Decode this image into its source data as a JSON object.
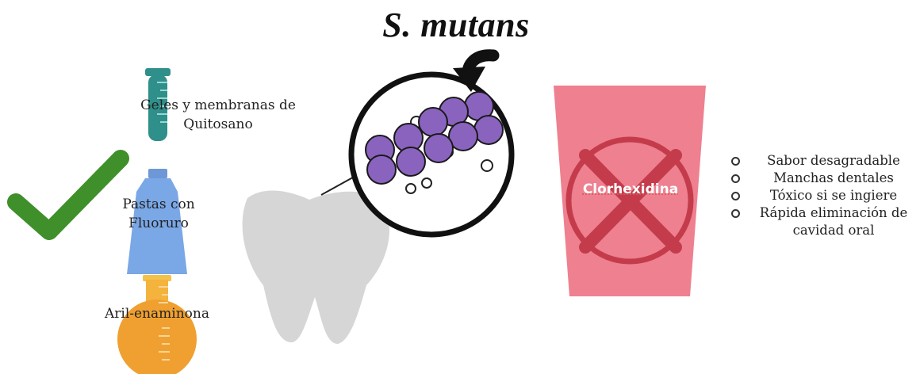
{
  "title": "S. mutans",
  "treatments": [
    {
      "label": "Geles y membranas de Quitosano"
    },
    {
      "label": "Pastas con Fluoruro"
    },
    {
      "label": "Aril-enaminona"
    }
  ],
  "chlorhexidine": {
    "label": "Clorhexidina",
    "drawbacks": [
      "Sabor desagradable",
      "Manchas dentales",
      "Tóxico si se ingiere",
      "Rápida eliminación de cavidad oral"
    ]
  },
  "colors": {
    "check": "#3f8f2a",
    "tube_teal": "#2f8f8a",
    "toothpaste_blue": "#7aa7e6",
    "flask_orange": "#f0a030",
    "bacteria_purple": "#8a63bf",
    "tooth_gray": "#d6d6d6",
    "cup_pink": "#ee8090",
    "cross_red": "#c43c4c"
  },
  "icons": [
    "check-icon",
    "test-tube-icon",
    "toothpaste-icon",
    "flask-icon",
    "tooth-icon",
    "bacteria-magnifier-icon",
    "curved-arrow-icon",
    "cup-icon",
    "prohibited-cross-icon"
  ]
}
